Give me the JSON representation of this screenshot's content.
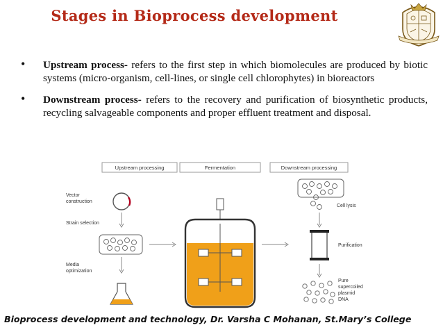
{
  "slide": {
    "title": "Stages in Bioprocess development",
    "bullets": [
      {
        "term": "Upstream process-",
        "text": " refers to the first step in which biomolecules are produced by biotic systems (micro-organism, cell-lines, or single cell chlorophytes) in bioreactors"
      },
      {
        "term": "Downstream process-",
        "text": " refers to the recovery and purification of biosynthetic products, recycling salvageable components and proper effluent treatment and disposal."
      }
    ],
    "footer": "Bioprocess development and technology, Dr. Varsha C Mohanan, St.Mary’s College"
  },
  "diagram": {
    "headers": [
      "Upstream processing",
      "Fermentation",
      "Downstream processing"
    ],
    "labels": {
      "vector_construction": [
        "Vector",
        "construction"
      ],
      "strain_selection": "Strain selection",
      "media_optimization": [
        "Media",
        "optimization"
      ],
      "cell_lysis": "Cell lysis",
      "purification": "Purification",
      "pure_dna": [
        "Pure",
        "supercoiled",
        "plasmid",
        "DNA"
      ]
    },
    "colors": {
      "broth": "#f0a019",
      "header_border": "#9a9a9a",
      "label": "#333333"
    }
  }
}
